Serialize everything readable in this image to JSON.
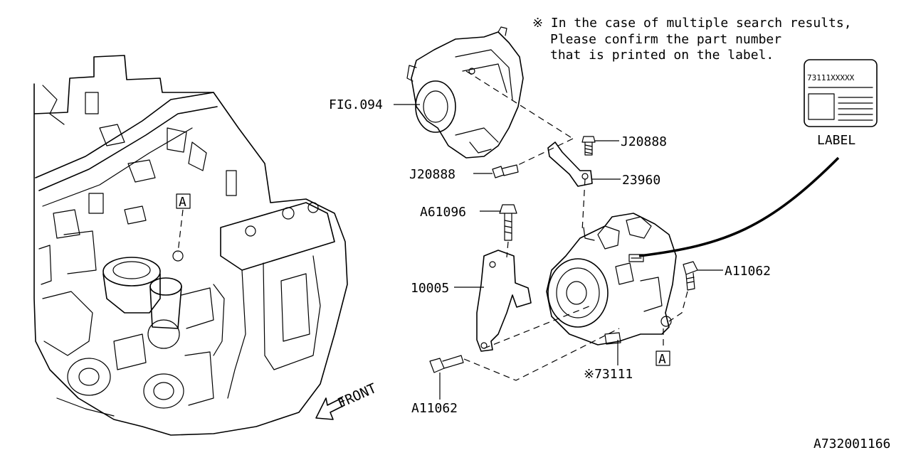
{
  "note": {
    "line1": "※ In the case of multiple search results,",
    "line2": "Please confirm the part number",
    "line3": "that is printed on the label."
  },
  "label_box": {
    "code": "73111XXXXX",
    "caption": "LABEL"
  },
  "callouts": {
    "fig094": "FIG.094",
    "j20888_top": "J20888",
    "j20888_left": "J20888",
    "part_23960": "23960",
    "a61096": "A61096",
    "part_10005": "10005",
    "a11062_right": "A11062",
    "a11062_bottom": "A11062",
    "part_73111": "※73111"
  },
  "ref_marks": {
    "engine_a": "A",
    "compressor_a": "A"
  },
  "front_label": "FRONT",
  "diagram_id": "A732001166"
}
